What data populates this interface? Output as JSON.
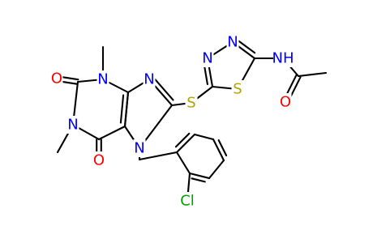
{
  "atoms": [
    {
      "name": "n-ring-top",
      "text": "N",
      "color": "#0000ff"
    },
    {
      "name": "n-ring-mid",
      "text": "N",
      "color": "#0000ff"
    },
    {
      "name": "n-ring-imid",
      "text": "N",
      "color": "#0000ff"
    },
    {
      "name": "n-ring-bottom",
      "text": "N",
      "color": "#0000ff"
    },
    {
      "name": "n-thiadiazole-left",
      "text": "N",
      "color": "#0000ff"
    },
    {
      "name": "n-thiadiazole-right",
      "text": "N",
      "color": "#0000ff"
    },
    {
      "name": "nh-amide",
      "text": "NH",
      "color": "#0000ff"
    },
    {
      "name": "o-carbonyl-upper",
      "text": "O",
      "color": "#ff0000"
    },
    {
      "name": "o-carbonyl-lower",
      "text": "O",
      "color": "#ff0000"
    },
    {
      "name": "o-amide",
      "text": "O",
      "color": "#ff0000"
    },
    {
      "name": "s-thioether",
      "text": "S",
      "color": "#b3a300"
    },
    {
      "name": "s-thiadiazole",
      "text": "S",
      "color": "#b3a300"
    },
    {
      "name": "cl-substituent",
      "text": "Cl",
      "color": "#00a000"
    }
  ]
}
